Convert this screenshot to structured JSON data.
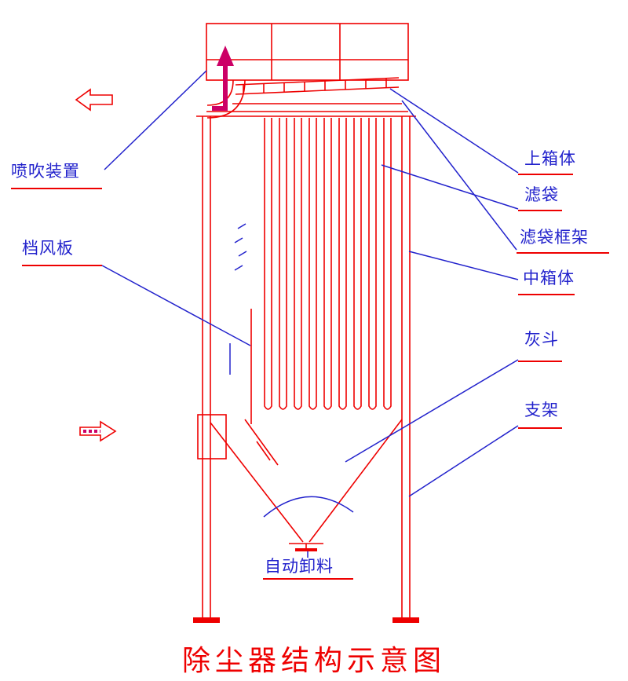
{
  "title": "除尘器结构示意图",
  "colors": {
    "red": "#ee0000",
    "blue": "#2222cc",
    "magenta": "#cc0066",
    "background": "#ffffff"
  },
  "labels": {
    "blow_device": "喷吹装置",
    "baffle": "档风板",
    "upper_box": "上箱体",
    "filter_bag": "滤袋",
    "bag_cage": "滤袋框架",
    "middle_box": "中箱体",
    "ash_hopper": "灰斗",
    "support": "支架",
    "auto_discharge": "自动卸料"
  }
}
